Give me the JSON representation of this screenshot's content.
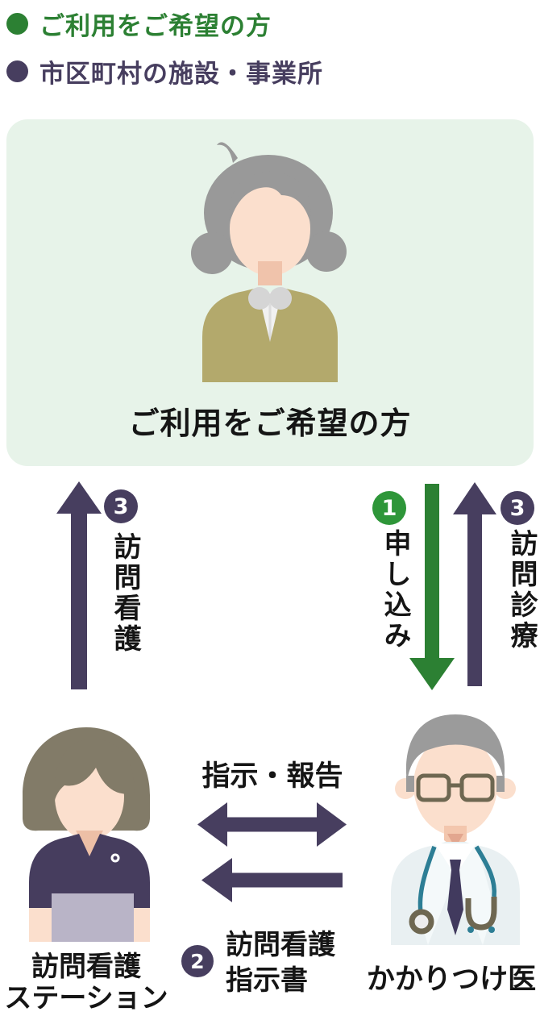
{
  "legend": {
    "items": [
      {
        "label": "ご利用をご希望の方",
        "color": "#2c8033"
      },
      {
        "label": "市区町村の施設・事業所",
        "color": "#473e5f"
      }
    ]
  },
  "user_panel": {
    "label": "ご利用をご希望の方"
  },
  "flows": {
    "nursing": {
      "badge": "3",
      "label": "訪問看護"
    },
    "application": {
      "badge": "1",
      "label": "申し込み"
    },
    "home_visit": {
      "badge": "3",
      "label": "訪問診療"
    },
    "instruction_report": {
      "label": "指示・報告"
    },
    "nursing_order": {
      "badge": "2",
      "label_line1": "訪問看護",
      "label_line2": "指示書"
    }
  },
  "actors": {
    "user": {
      "label": "ご利用をご希望の方"
    },
    "nurse": {
      "label_line1": "訪問看護",
      "label_line2": "ステーション"
    },
    "doctor": {
      "label": "かかりつけ医"
    }
  },
  "colors": {
    "green": "#2c8033",
    "green_badge": "#2e9639",
    "purple": "#473e5f",
    "panel_bg": "#e7f3e9",
    "text": "#151515"
  }
}
